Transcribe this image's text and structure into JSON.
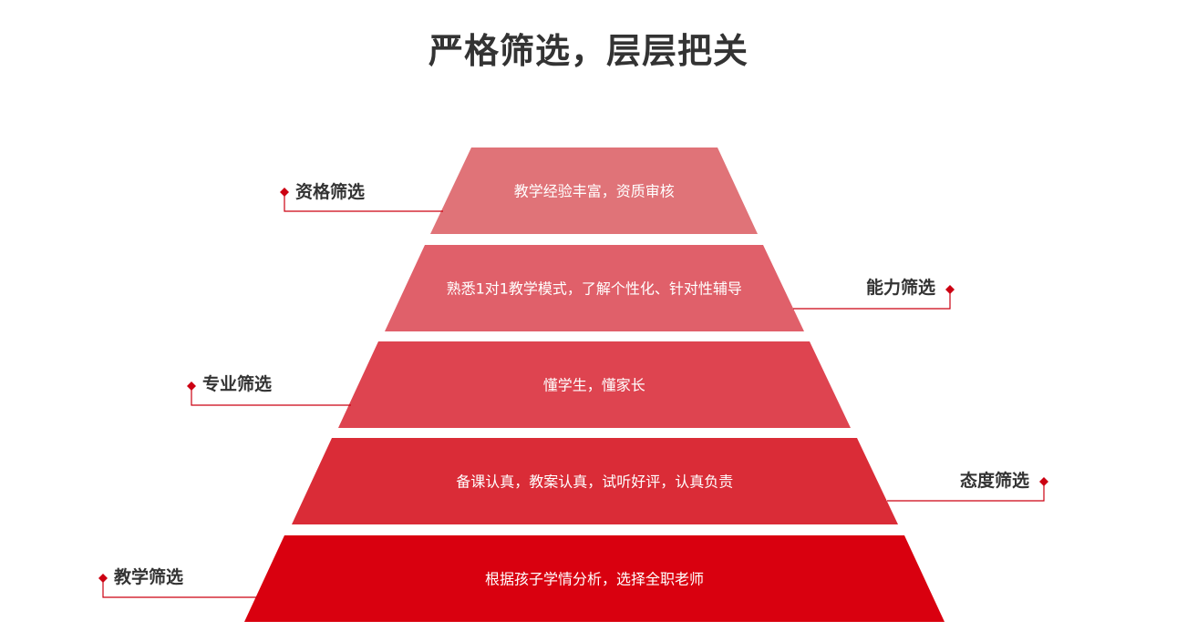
{
  "title": "严格筛选，层层把关",
  "tiers": [
    {
      "text": "教学经验丰富，资质审核",
      "label": "资格筛选",
      "label_side": "left",
      "color": "#e07378"
    },
    {
      "text": "熟悉1对1教学模式，了解个性化、针对性辅导",
      "label": "能力筛选",
      "label_side": "right",
      "color": "#e0606a"
    },
    {
      "text": "懂学生，懂家长",
      "label": "专业筛选",
      "label_side": "left",
      "color": "#de4450"
    },
    {
      "text": "备课认真，教案认真，试听好评，认真负责",
      "label": "态度筛选",
      "label_side": "right",
      "color": "#da2c37"
    },
    {
      "text": "根据孩子学情分析，选择全职老师",
      "label": "教学筛选",
      "label_side": "left",
      "color": "#d9000f"
    }
  ],
  "accent_color": "#cc0012"
}
